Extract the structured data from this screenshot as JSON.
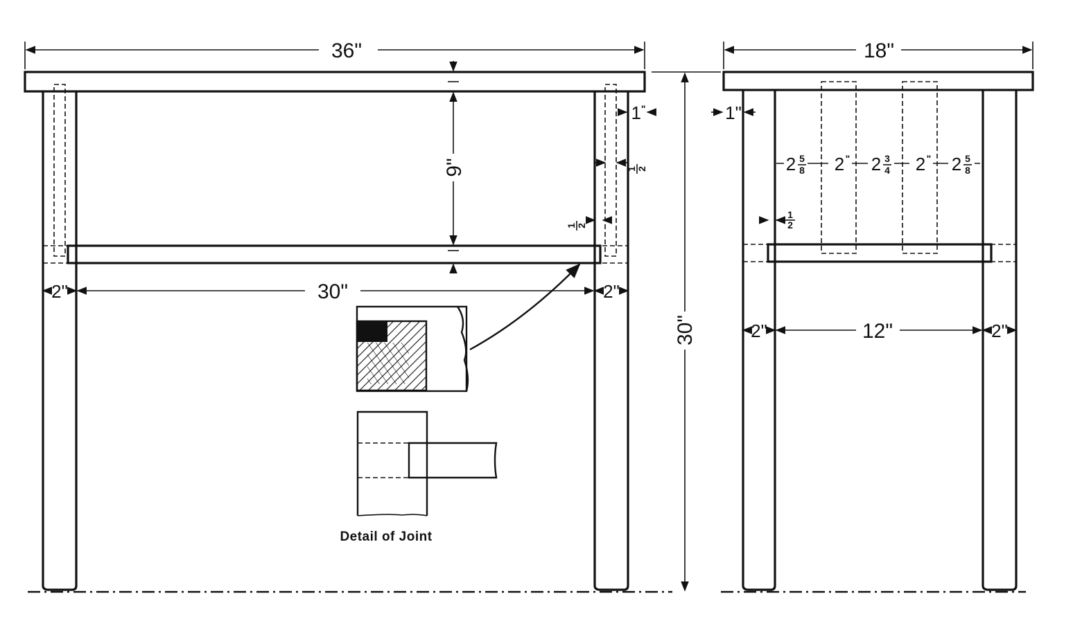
{
  "front_view": {
    "overall_width": "36\"",
    "height_above_shelf": "9\"",
    "leg_left": "2\"",
    "between_legs": "30\"",
    "leg_right": "2\"",
    "tenon_inset": {
      "whole": "1",
      "unit": "\""
    },
    "tenon_length": {
      "num": "1",
      "den": "2",
      "unit": "\""
    },
    "tenon_setback": {
      "num": "1",
      "den": "2",
      "unit": "\""
    }
  },
  "side_view": {
    "overall_width": "18\"",
    "overall_height": "30\"",
    "overhang": "1\"",
    "leg_left": "2\"",
    "between_legs": "12\"",
    "leg_right": "2\"",
    "tenon_setback": {
      "num": "1",
      "den": "2",
      "unit": "\""
    },
    "slat_spacing": [
      {
        "whole": "2",
        "num": "5",
        "den": "8",
        "unit": "\""
      },
      {
        "whole": "2",
        "unit": "\""
      },
      {
        "whole": "2",
        "num": "3",
        "den": "4",
        "unit": "\""
      },
      {
        "whole": "2",
        "unit": "\""
      },
      {
        "whole": "2",
        "num": "5",
        "den": "8",
        "unit": "\""
      }
    ]
  },
  "detail": {
    "caption": "Detail of Joint"
  }
}
